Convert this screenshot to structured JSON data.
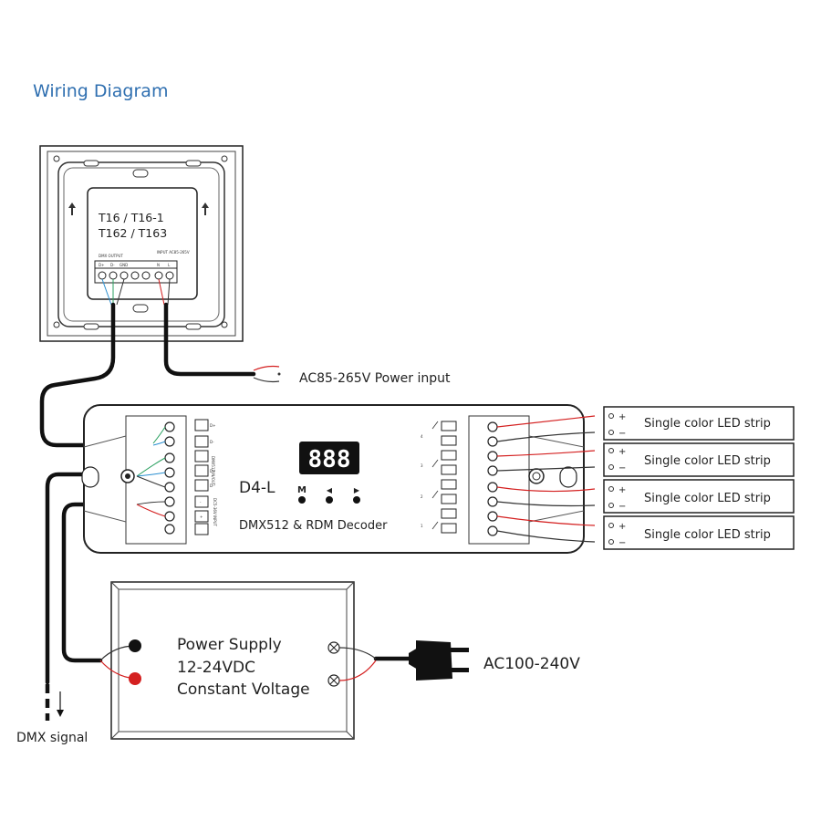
{
  "title": "Wiring Diagram",
  "wall_panel": {
    "models_line1": "T16   / T16-1",
    "models_line2": "T162 / T163",
    "dmx_output_label": "DMX OUTPUT",
    "input_label": "INPUT AC85-265V",
    "terminals": [
      "D+",
      "D-",
      "GND",
      "N",
      "L"
    ]
  },
  "power_input": {
    "label": "AC85-265V  Power input"
  },
  "decoder": {
    "display": "888",
    "model": "D4-L",
    "subtitle": "DMX512 & RDM Decoder",
    "buttons": [
      "M",
      "◀",
      "▶"
    ],
    "left_terminal_labels": [
      "D+",
      "D-",
      "DMX512 IN/OUT",
      "D+",
      "D-",
      "-",
      "+",
      "DC5-36V INPUT"
    ],
    "channel_numbers": [
      "4",
      "3",
      "2",
      "1"
    ]
  },
  "led_strips": [
    {
      "label": "Single color LED strip"
    },
    {
      "label": "Single color LED strip"
    },
    {
      "label": "Single color LED strip"
    },
    {
      "label": "Single color LED strip"
    }
  ],
  "power_supply": {
    "line1": "Power Supply",
    "line2": "12-24VDC",
    "line3": "Constant Voltage"
  },
  "mains": {
    "label": "AC100-240V"
  },
  "dmx_signal": {
    "label": "DMX signal"
  },
  "colors": {
    "title": "#2f6fb0",
    "red_wire": "#d42020",
    "blue_wire": "#2a8fd0",
    "green_wire": "#2aa060"
  }
}
